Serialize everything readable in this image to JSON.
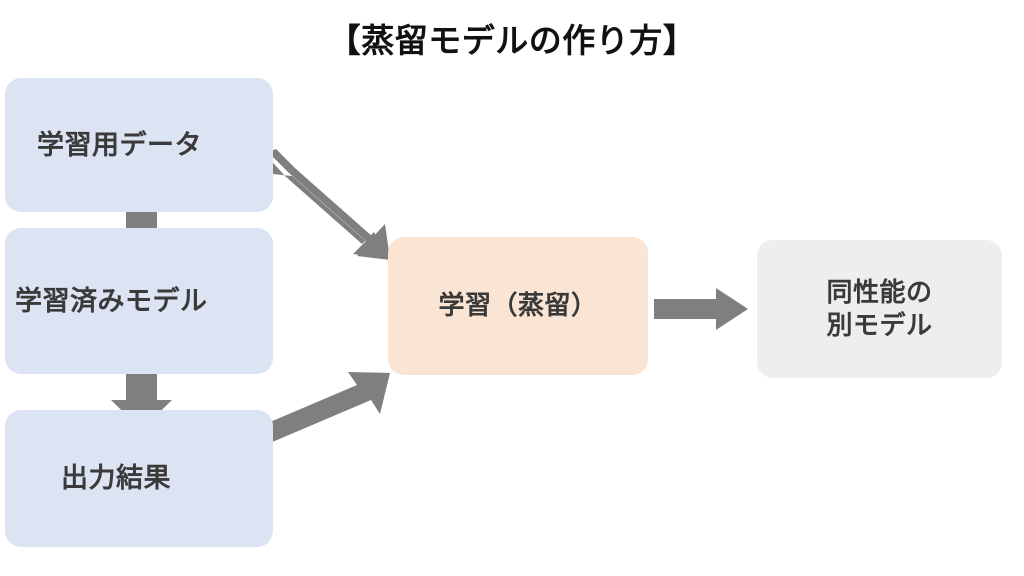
{
  "title": "【蒸留モデルの作り方】",
  "colors": {
    "background": "#ffffff",
    "input_box": "#dce4f3",
    "process_box": "#fae4d3",
    "output_box": "#eeeeee",
    "arrow": "#7f7f7f",
    "text": "#3a3a3a",
    "title_text": "#111111"
  },
  "nodes": {
    "training_data": {
      "label": "学習用データ"
    },
    "trained_model": {
      "label": "学習済みモデル"
    },
    "output_results": {
      "label": "出力結果"
    },
    "distillation": {
      "label": "学習（蒸留）"
    },
    "result_model": {
      "label": "同性能の\n別モデル"
    }
  },
  "arrows": [
    {
      "name": "training-data-to-trained-model",
      "from": "training_data",
      "to": "trained_model",
      "direction": "down"
    },
    {
      "name": "trained-model-to-output-results",
      "from": "trained_model",
      "to": "output_results",
      "direction": "down"
    },
    {
      "name": "training-data-to-distillation",
      "from": "training_data",
      "to": "distillation",
      "direction": "diagonal-down-right"
    },
    {
      "name": "output-results-to-distillation",
      "from": "output_results",
      "to": "distillation",
      "direction": "diagonal-up-right"
    },
    {
      "name": "distillation-to-result-model",
      "from": "distillation",
      "to": "result_model",
      "direction": "right"
    }
  ]
}
